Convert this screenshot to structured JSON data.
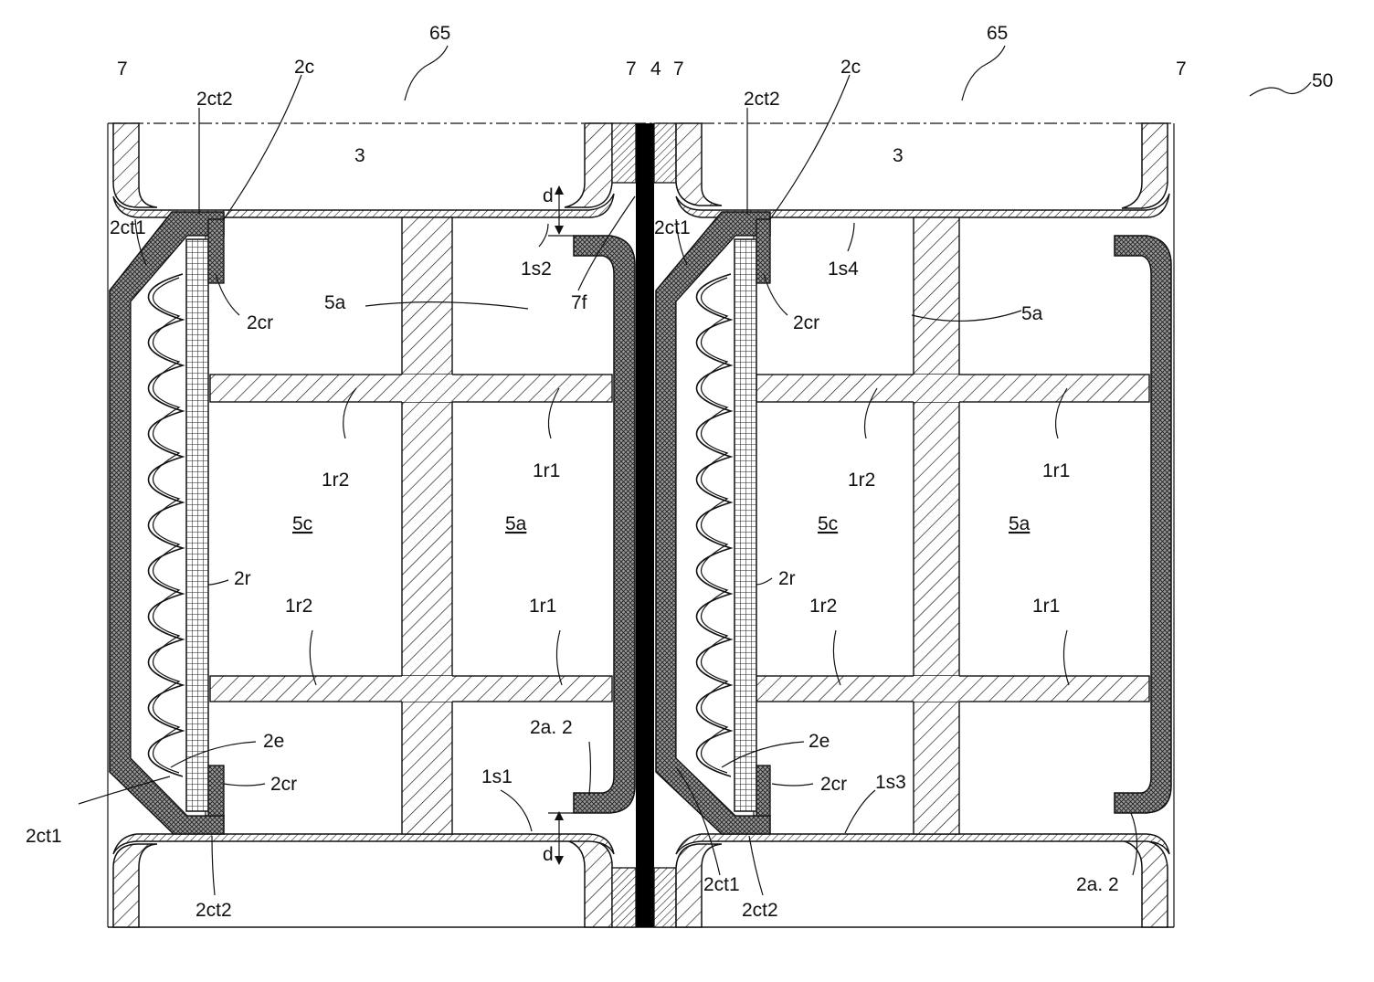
{
  "figure": {
    "ref_50": "50",
    "ref_65": "65",
    "ref_7": "7",
    "ref_4": "4",
    "ref_3": "3",
    "ref_2c": "2c",
    "ref_2ct1": "2ct1",
    "ref_2ct2": "2ct2",
    "ref_2cr": "2cr",
    "ref_2r": "2r",
    "ref_2e": "2e",
    "ref_5a": "5a",
    "ref_5c": "5c",
    "ref_1r1": "1r1",
    "ref_1r2": "1r2",
    "ref_1s1": "1s1",
    "ref_1s2": "1s2",
    "ref_1s3": "1s3",
    "ref_1s4": "1s4",
    "ref_7f": "7f",
    "ref_2a2": "2a. 2",
    "ref_d": "d"
  },
  "colors": {
    "ink": "#111111",
    "dark_fill": "#333333",
    "mesh_fill": "#8a8a8a",
    "separator": "#000000"
  }
}
